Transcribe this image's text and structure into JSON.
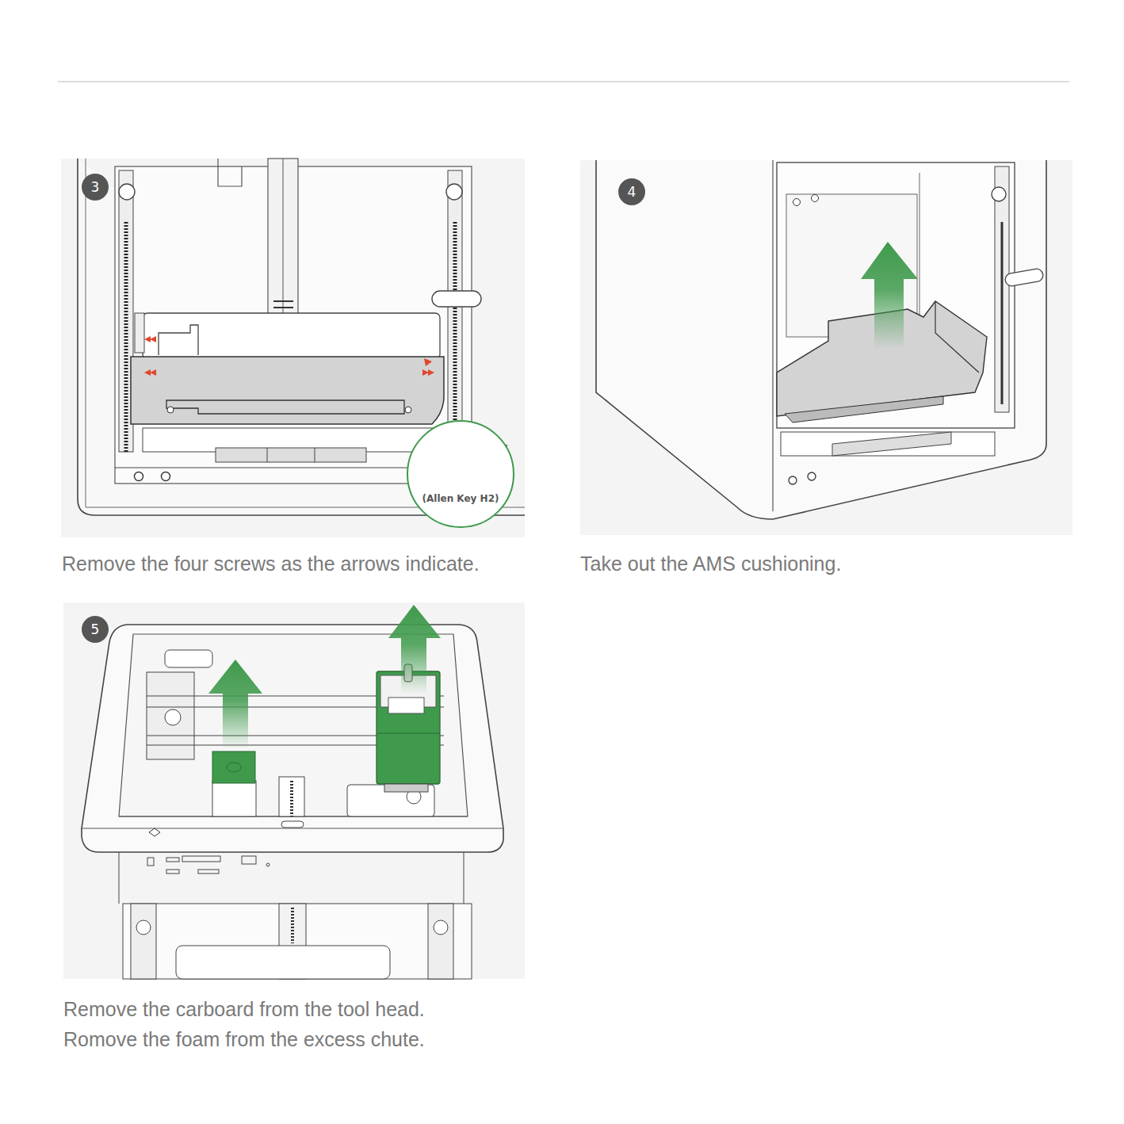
{
  "diagram": {
    "nodes": [
      {
        "text": [
          "3"
        ]
      },
      {
        "text": [
          "(Allen Key H2)"
        ]
      },
      {
        "text": [
          "4"
        ]
      },
      {
        "text": [
          "5"
        ]
      }
    ],
    "labels": [
      "Remove the four screws as the arrows indicate.",
      "Take out the AMS cushioning.",
      "Remove the carboard from the tool head.",
      "Romove the foam from the excess chute."
    ]
  }
}
